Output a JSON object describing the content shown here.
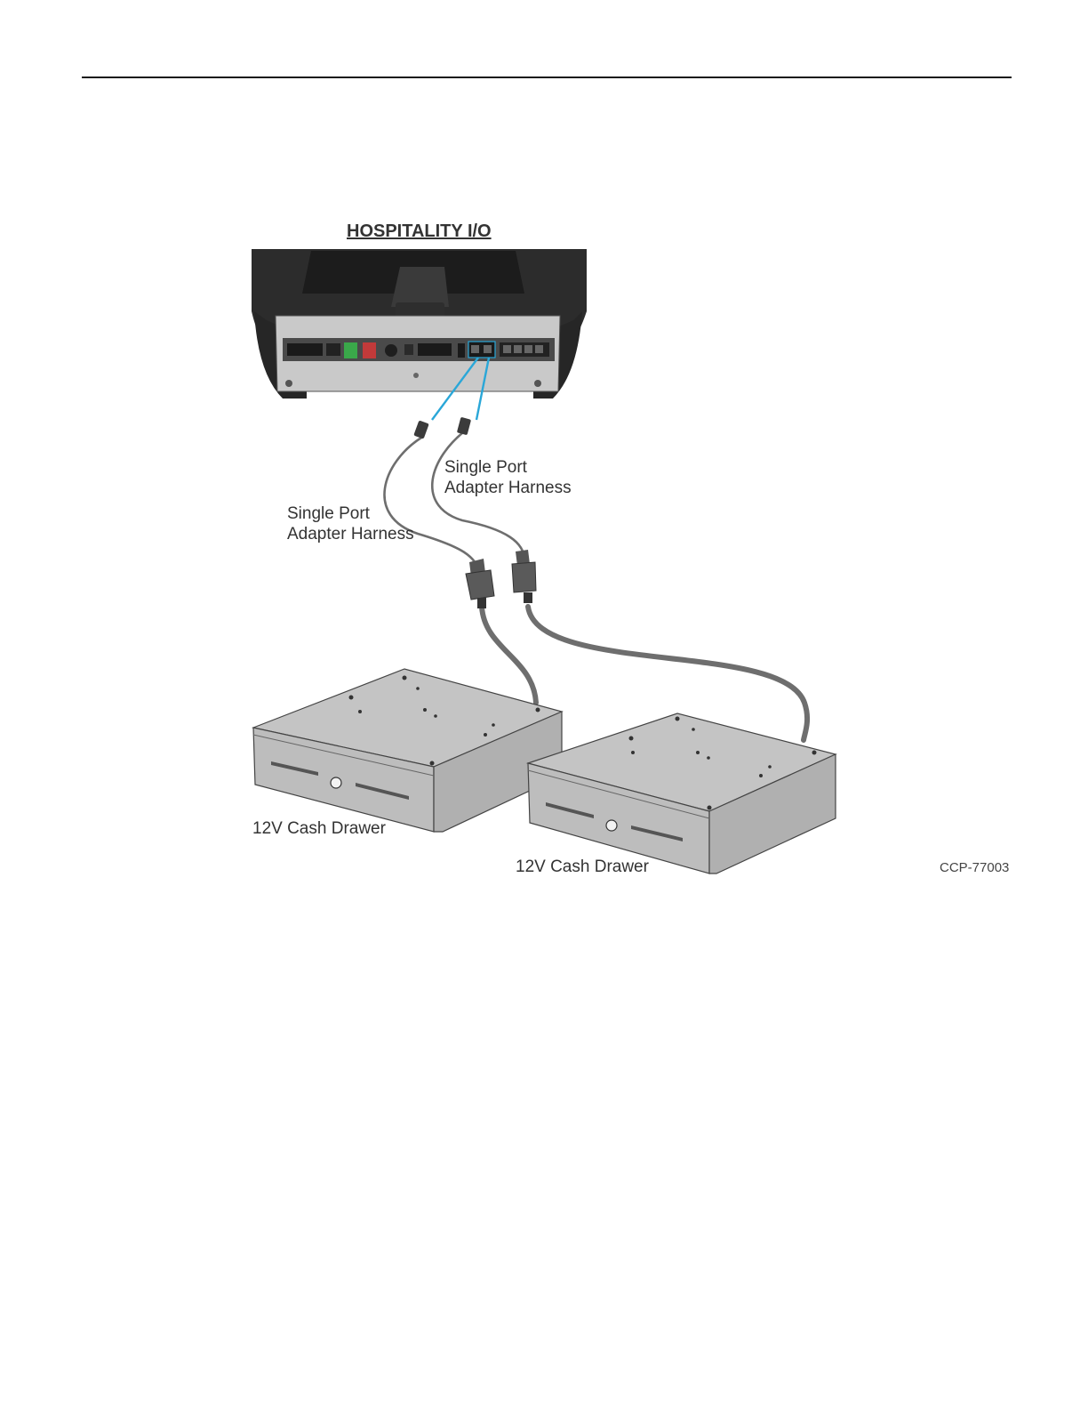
{
  "figure": {
    "title": "HOSPITALITY I/O",
    "labels": {
      "harness_right_line1": "Single Port",
      "harness_right_line2": "Adapter Harness",
      "harness_left_line1": "Single Port",
      "harness_left_line2": "Adapter Harness",
      "drawer_left": "12V Cash Drawer",
      "drawer_right": "12V Cash Drawer"
    },
    "figure_code": "CCP-77003",
    "colors": {
      "terminal_body": "#2a2a2a",
      "io_panel": "#c9c9c9",
      "drawer_body": "#bdbdbd",
      "cable": "#6e6e6e",
      "leader_line": "#2aa7d8",
      "port_green": "#3aa84a",
      "port_red": "#c23a3a"
    }
  }
}
